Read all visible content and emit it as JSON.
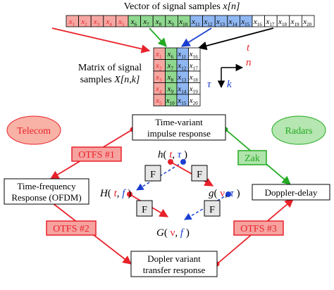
{
  "title": {
    "prefix": "Vector of signal samples ",
    "var": "x[n]"
  },
  "vector": {
    "cells": [
      {
        "n": "1",
        "c": "red"
      },
      {
        "n": "2",
        "c": "red"
      },
      {
        "n": "3",
        "c": "red"
      },
      {
        "n": "4",
        "c": "red"
      },
      {
        "n": "5",
        "c": "red"
      },
      {
        "n": "6",
        "c": "green"
      },
      {
        "n": "7",
        "c": "green"
      },
      {
        "n": "8",
        "c": "green"
      },
      {
        "n": "9",
        "c": "green"
      },
      {
        "n": "10",
        "c": "green"
      },
      {
        "n": "11",
        "c": "blue"
      },
      {
        "n": "12",
        "c": "blue"
      },
      {
        "n": "13",
        "c": "blue"
      },
      {
        "n": "14",
        "c": "blue"
      },
      {
        "n": "15",
        "c": "blue"
      },
      {
        "n": "16",
        "c": "gray"
      },
      {
        "n": "17",
        "c": "gray"
      },
      {
        "n": "18",
        "c": "gray"
      },
      {
        "n": "19",
        "c": "gray"
      },
      {
        "n": "20",
        "c": "gray"
      }
    ]
  },
  "matrix": {
    "label_line1": "Matrix of signal",
    "label_line2_prefix": "samples ",
    "label_line2_var": "X[n,k]",
    "rows": [
      [
        "1",
        "6",
        "11",
        "16"
      ],
      [
        "2",
        "7",
        "12",
        "17"
      ],
      [
        "3",
        "8",
        "13",
        "18"
      ],
      [
        "4",
        "9",
        "14",
        "19"
      ],
      [
        "5",
        "10",
        "15",
        "20"
      ]
    ],
    "col_colors": [
      "red",
      "green",
      "blue",
      "gray"
    ]
  },
  "axes": {
    "t": "t",
    "n": "n",
    "tau": "τ",
    "k": "k"
  },
  "ovals": {
    "telecom": "Telecom",
    "radars": "Radars"
  },
  "boxes": {
    "tv_line1": "Time-variant",
    "tv_line2": "impulse response",
    "tf_line1": "Time-frequency",
    "tf_line2": "Response (OFDM)",
    "dd": "Doppler-delay",
    "dv_line1": "Dopler variant",
    "dv_line2": "transfer response"
  },
  "tags": {
    "otfs1": "OTFS #1",
    "otfs2": "OTFS #2",
    "otfs3": "OTFS #3",
    "zak": "Zak",
    "f": "F"
  },
  "functions": {
    "h": {
      "name": "h",
      "a1": "t",
      "a2": "τ"
    },
    "H": {
      "name": "H",
      "a1": "t",
      "a2": "f"
    },
    "g": {
      "name": "g",
      "a1": "ν",
      "a2": "τ"
    },
    "G": {
      "name": "G",
      "a1": "ν",
      "a2": "f"
    }
  },
  "colors": {
    "red": "#e8222a",
    "green": "#22aa22",
    "blue": "#1a3fd0",
    "black": "#000000",
    "cell_red": "#f6a7a2",
    "cell_green": "#8fd88f",
    "cell_blue": "#8fb7f2",
    "cell_gray": "#ffffff",
    "telecom_fill": "#f8b2a6",
    "radars_fill": "#b6e6b1",
    "tag_red_fill": "#f6a3a0",
    "tag_green_fill": "#b0e4ac"
  }
}
